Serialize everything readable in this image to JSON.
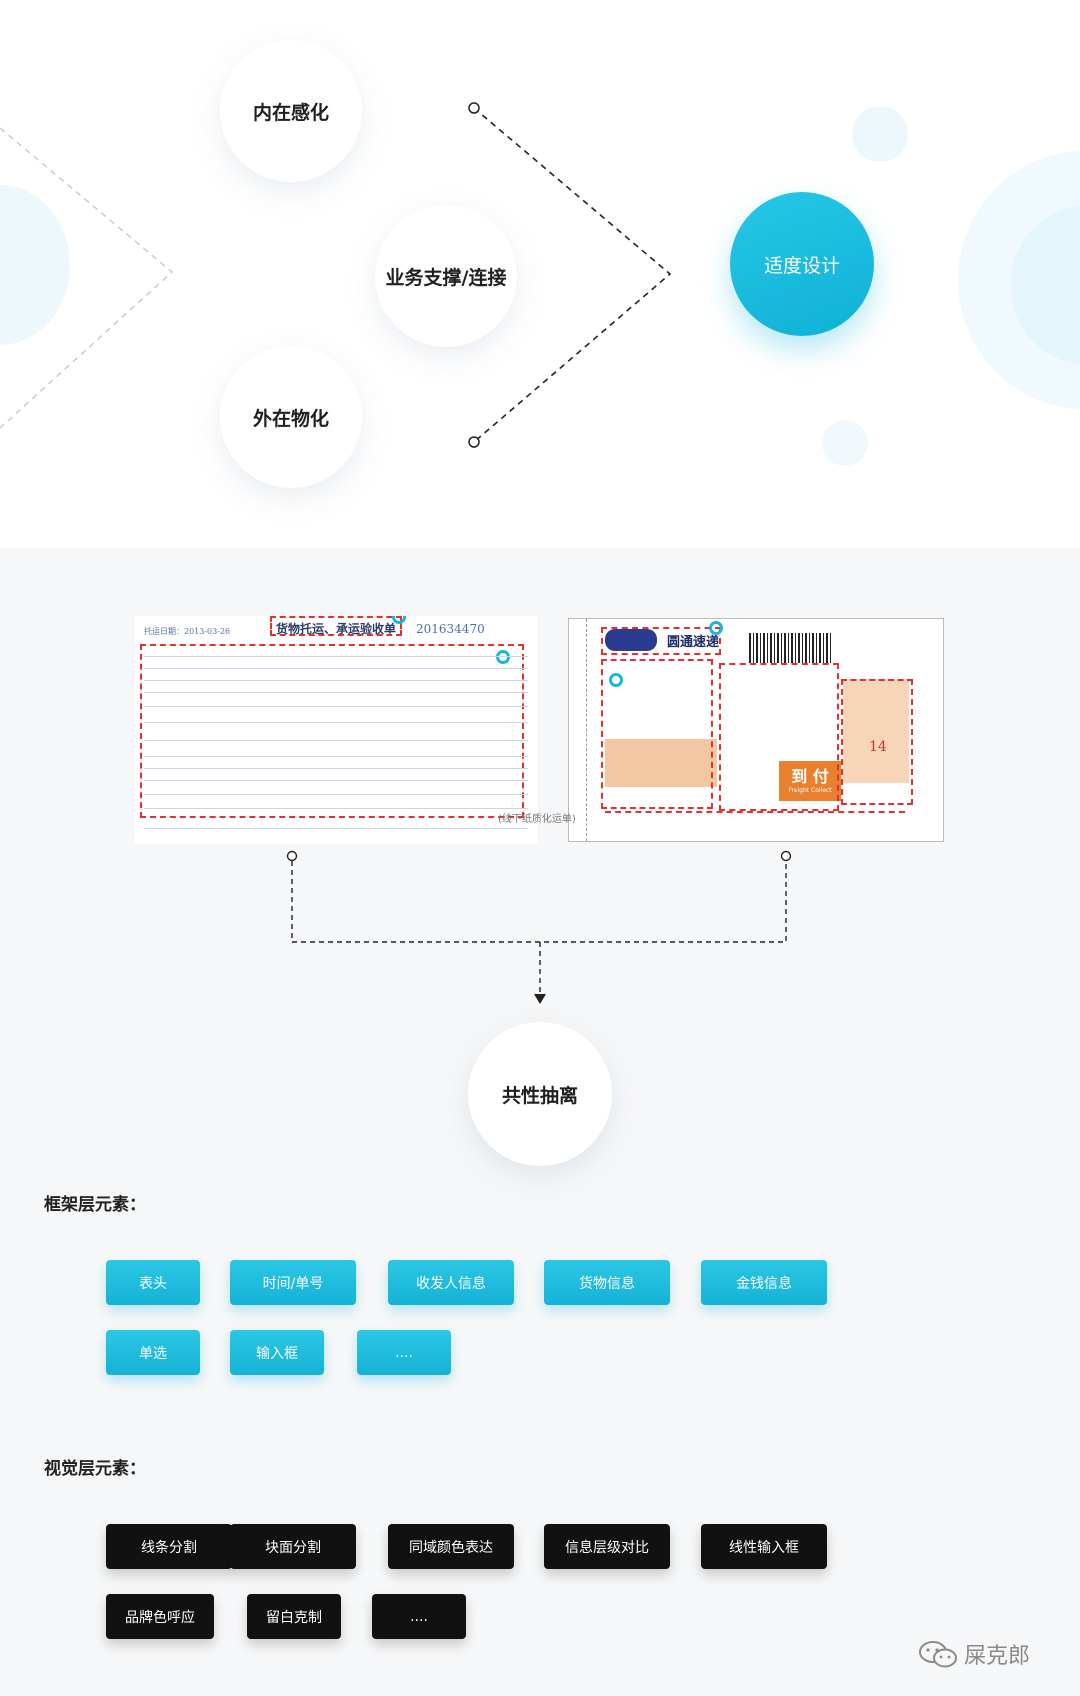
{
  "concept": {
    "items": [
      "内在感化",
      "业务支撑/连接",
      "外在物化"
    ],
    "result": "适度设计"
  },
  "waybills": {
    "left": {
      "title": "货物托运、承运验收单",
      "date": "托运日期：2013-03-26",
      "number": "201634470"
    },
    "right": {
      "brand": "圆通速递",
      "collect_label": "到 付",
      "collect_sub": "Freight Collect",
      "weight": "14"
    },
    "caption": "(线下纸质化运单)"
  },
  "abstraction": {
    "label": "共性抽离"
  },
  "framework": {
    "title": "框架层元素：",
    "tags": [
      "表头",
      "时间/单号",
      "收发人信息",
      "货物信息",
      "金钱信息",
      "单选",
      "输入框",
      "...."
    ]
  },
  "visual": {
    "title": "视觉层元素：",
    "tags": [
      "线条分割",
      "块面分割",
      "同域颜色表达",
      "信息层级对比",
      "线性输入框",
      "品牌色呼应",
      "留白克制",
      "...."
    ]
  },
  "watermark": {
    "text": "屎克郎"
  },
  "colors": {
    "accent": "#19b7d9",
    "dark_tag": "#111111",
    "dash_red": "#e53030"
  }
}
